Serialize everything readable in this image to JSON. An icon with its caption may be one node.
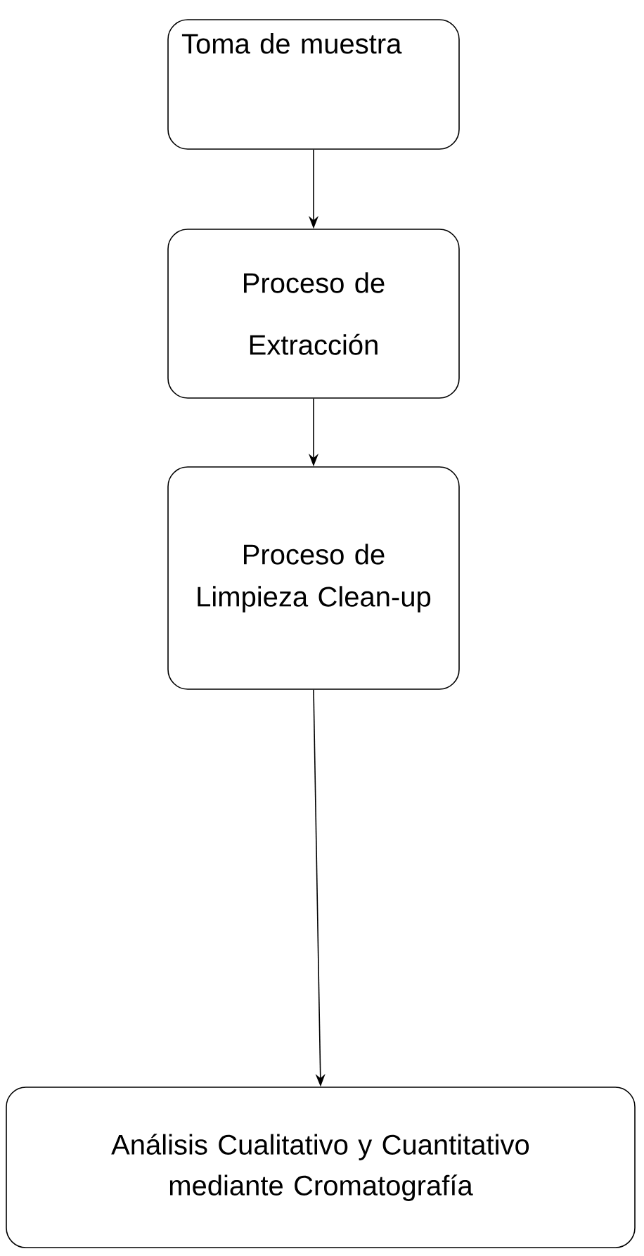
{
  "diagram": {
    "nodes": [
      {
        "text": [
          "Toma de muestra"
        ]
      },
      {
        "text": [
          "Proceso de Extracción"
        ]
      },
      {
        "text": [
          "Proceso de Limpieza Clean-up"
        ]
      },
      {
        "text": [
          "Análisis Cualitativo y Cuantitativo mediante Cromatografía"
        ]
      }
    ],
    "edges": [
      {
        "from": 0,
        "to": 1,
        "arrow": "to"
      },
      {
        "from": 1,
        "to": 2,
        "arrow": "to"
      },
      {
        "from": 2,
        "to": 3,
        "arrow": "to"
      }
    ]
  }
}
